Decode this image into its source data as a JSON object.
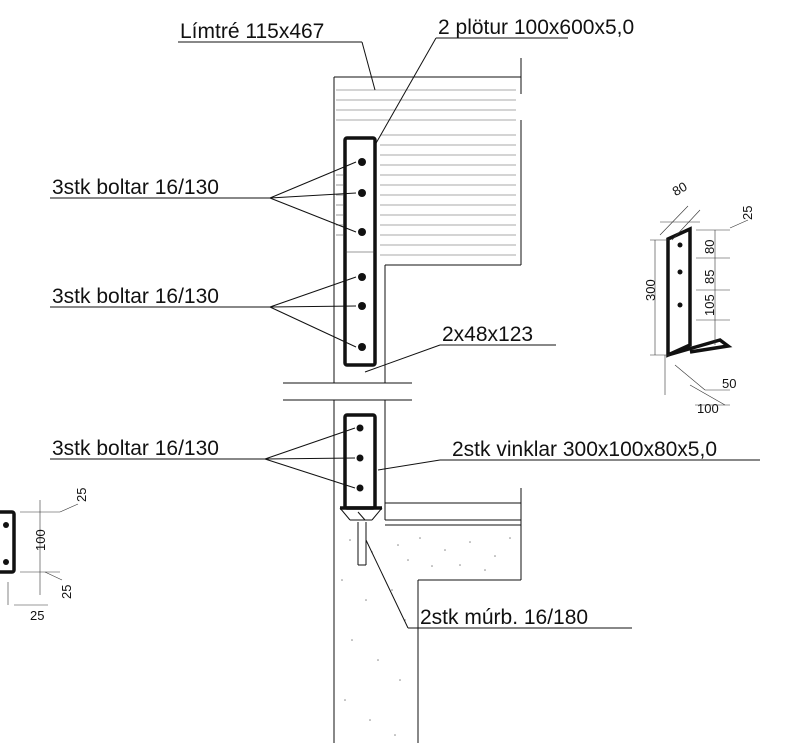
{
  "labels": {
    "glulam": "Límtré 115x467",
    "plates": "2 plötur 100x600x5,0",
    "bolts_1": "3stk boltar 16/130",
    "bolts_2": "3stk boltar 16/130",
    "bolts_3": "3stk boltar 16/130",
    "post": "2x48x123",
    "angles": "2stk vinklar  300x100x80x5,0",
    "anchors": "2stk múrb. 16/180"
  },
  "angle_detail_dims": {
    "d80_top": "80",
    "d25_top": "25",
    "d80": "80",
    "d85": "85",
    "d105": "105",
    "d300": "300",
    "d50": "50",
    "d100": "100"
  },
  "plate_detail_dims": {
    "d25_a": "25",
    "d100": "100",
    "d25_b": "25",
    "d25_c": "25"
  }
}
